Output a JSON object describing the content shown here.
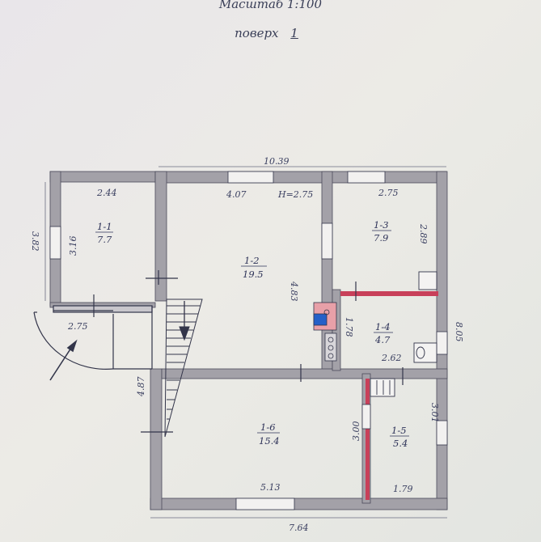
{
  "header": {
    "scale": "Масштаб 1:100",
    "floor_prefix": "поверх",
    "floor_number": "1"
  },
  "rooms": [
    {
      "id": "1-1",
      "area": "7.7"
    },
    {
      "id": "1-2",
      "area": "19.5"
    },
    {
      "id": "1-3",
      "area": "7.9"
    },
    {
      "id": "1-4",
      "area": "4.7"
    },
    {
      "id": "1-5",
      "area": "5.4"
    },
    {
      "id": "1-6",
      "area": "15.4"
    }
  ],
  "ceiling_height": "H=2.75",
  "dimensions": {
    "overall_top": "10.39",
    "overall_bottom": "7.64",
    "right_total": "8.05",
    "left_lower": "4.87",
    "r11_top": "2.44",
    "r11_left": "3.82",
    "r11_inner": "3.16",
    "porch_width": "2.75",
    "r12_top": "4.07",
    "r12_height": "4.83",
    "r13_top": "2.75",
    "r13_height": "2.89",
    "r14_height": "1.78",
    "r14_width": "2.62",
    "r15_width": "1.79",
    "r15_height": "3.01",
    "r16_width": "5.13",
    "r16_height": "3.00"
  },
  "colors": {
    "wall": "#9c9aa2",
    "line": "#33354a",
    "partition_red": "#c8405a",
    "stove_blue": "#2460c8"
  }
}
